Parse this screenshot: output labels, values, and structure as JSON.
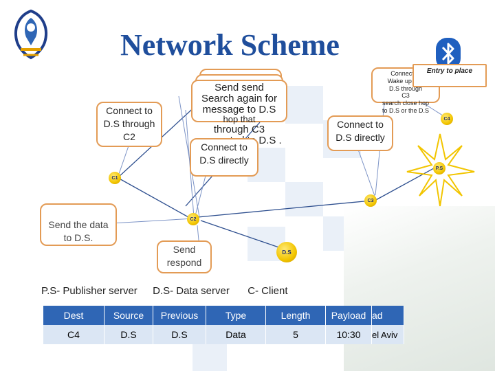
{
  "title": "Network Scheme",
  "callouts": {
    "c2_connect": "Connect to D.S through C2",
    "hop_stack_1": "Search again for",
    "hop_stack_2": "message to D.S",
    "hop_stack_3": "hop that",
    "hop_stack_4": "connected to D.S .",
    "hop_stack_5": "Send send",
    "hop_stack_6": "through C3",
    "connect_ds_mid": "Connect to D.S directly",
    "connect_ds_right": "Connect to D.S directly",
    "send_data": "Send the data to D.S.",
    "send_respond": "Send respond",
    "top_right_1": "Connect to",
    "top_right_2": "Wake up and",
    "top_right_3": "D.S through",
    "top_right_4": "C3",
    "top_right_5": "search close hop",
    "top_right_6": "to D.S or the D.S",
    "entry": "Entry to place"
  },
  "nodes": {
    "c1": "C1",
    "c2": "C2",
    "c3": "C3",
    "c4": "C4",
    "ps": "P.S",
    "ds": "D.S"
  },
  "legend": {
    "ps": "P.S- Publisher server",
    "ds": "D.S- Data server",
    "c": "C- Client"
  },
  "packet": {
    "headers": [
      "Dest",
      "Source",
      "Previous",
      "Type",
      "Length",
      "Payload",
      "ad"
    ],
    "row": [
      "C4",
      "D.S",
      "D.S",
      "Data",
      "5",
      "10:30",
      "el Aviv"
    ]
  },
  "colors": {
    "title": "#1f4e9c",
    "callout_border": "#e39b55",
    "table_header": "#2f66b5",
    "table_row": "#dbe6f4",
    "node": "#f2c500"
  },
  "icons": [
    "university-logo-icon",
    "bluetooth-icon",
    "sun-star-icon",
    "smartphone-photo"
  ]
}
